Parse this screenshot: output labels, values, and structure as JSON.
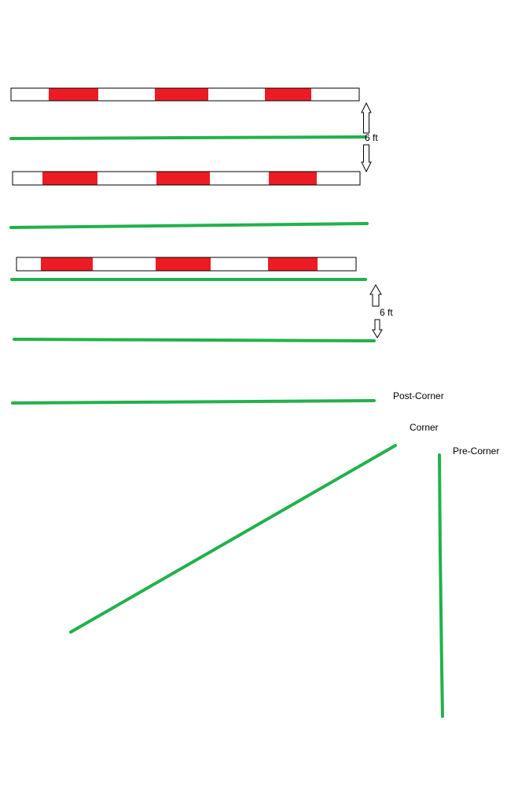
{
  "colors": {
    "pole_stripe": "#ed1c24",
    "pole_base": "#ffffff",
    "pole_outline": "#000000",
    "ground_line": "#22b14c",
    "arrow_outline": "#000000",
    "arrow_fill": "#ffffff",
    "background": "#ffffff"
  },
  "labels": {
    "distance_upper": "6 ft",
    "distance_lower": "6 ft",
    "post_corner": "Post-Corner",
    "corner": "Corner",
    "pre_corner": "Pre-Corner"
  },
  "elements": {
    "poles": [
      "striped-pole",
      "striped-pole",
      "striped-pole"
    ],
    "ground_lines": [
      "ground-line",
      "ground-line",
      "ground-line",
      "ground-line",
      "ground-line"
    ],
    "diagonal_line": "diagonal-ground-line",
    "vertical_line": "vertical-ground-line",
    "arrows": [
      "up-arrow-icon",
      "down-arrow-icon",
      "up-arrow-icon",
      "down-arrow-icon"
    ]
  }
}
